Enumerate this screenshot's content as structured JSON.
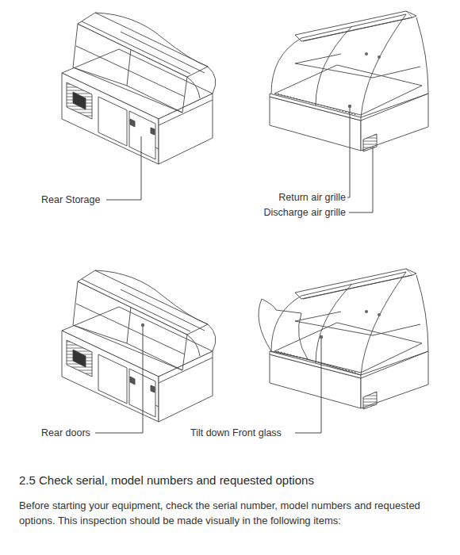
{
  "diagram": {
    "title": "2.5 Check serial, model numbers and requested options",
    "labels": [
      "Rear Storage",
      "Return air grille",
      "Discharge air grille",
      "Rear doors",
      "Tilt down Front glass",
      "Before starting your equipment, check the serial number, model numbers and requested options. This inspection should be made visually in the following items:"
    ]
  }
}
